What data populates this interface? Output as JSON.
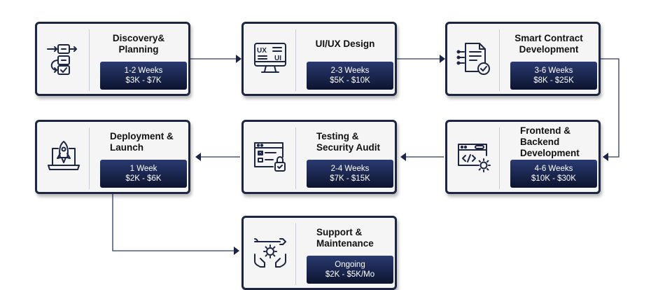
{
  "steps": [
    {
      "title": "Discovery& Planning",
      "duration": "1-2 Weeks",
      "cost": "$3K - $7K",
      "icon": "flowchart-icon"
    },
    {
      "title": "UI/UX Design",
      "duration": "2-3 Weeks",
      "cost": "$5K - $10K",
      "icon": "monitor-uxui-icon",
      "icon_text_top": "UX",
      "icon_text_bottom": "UI"
    },
    {
      "title": "Smart Contract Development",
      "duration": "3-6 Weeks",
      "cost": "$8K - $25K",
      "icon": "contract-check-icon"
    },
    {
      "title": "Frontend & Backend Development",
      "duration": "4-6 Weeks",
      "cost": "$10K - $30K",
      "icon": "code-window-gear-icon"
    },
    {
      "title": "Testing & Security Audit",
      "duration": "2-4 Weeks",
      "cost": "$7K - $15K",
      "icon": "checklist-lock-icon"
    },
    {
      "title": "Deployment & Launch",
      "duration": "1 Week",
      "cost": "$2K - $6K",
      "icon": "rocket-laptop-icon"
    },
    {
      "title": "Support & Maintenance",
      "duration": "Ongoing",
      "cost": "$2K - $5K/Mo",
      "icon": "hands-gear-tools-icon"
    }
  ],
  "colors": {
    "frame": "#1c2541",
    "badge_top": "#2a3a70",
    "badge_bottom": "#0d1430",
    "card_bg": "#f5f5f6"
  }
}
